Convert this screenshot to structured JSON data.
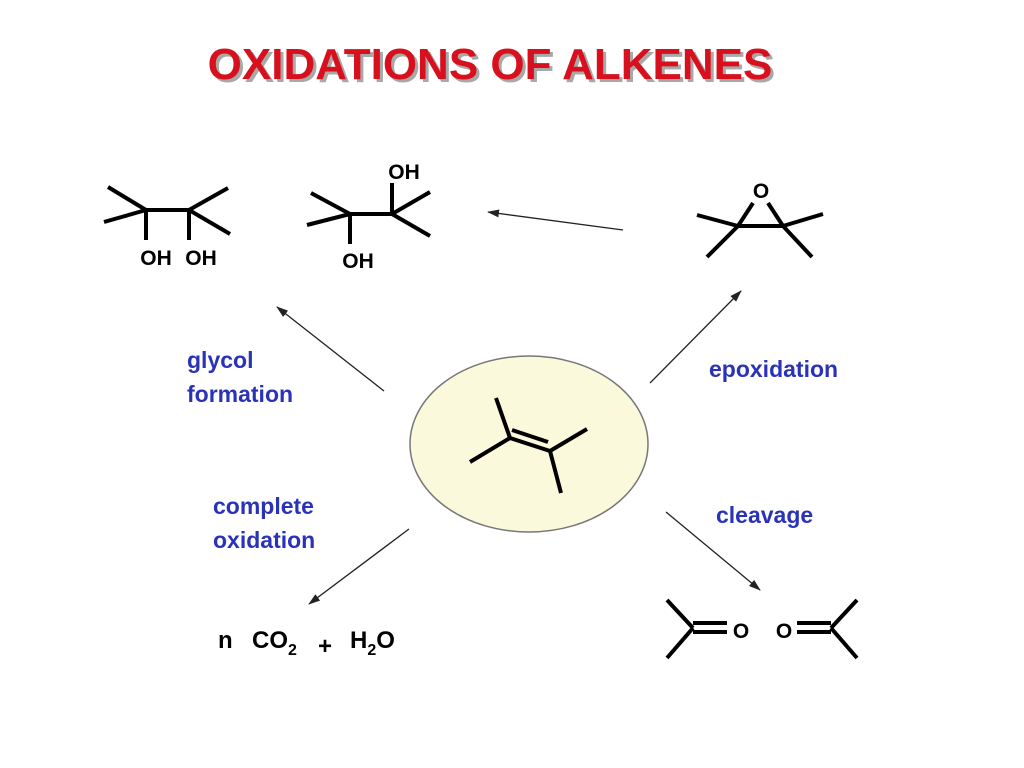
{
  "title": "OXIDATIONS OF ALKENES",
  "colors": {
    "title_red": "#d8101e",
    "title_shadow": "#a8a8a8",
    "label_blue": "#2a33b8",
    "ellipse_fill": "#fbf9dc",
    "ellipse_stroke": "#777777",
    "black": "#000000"
  },
  "labels": {
    "glycol_line1": "glycol",
    "glycol_line2": "formation",
    "epoxidation": "epoxidation",
    "complete_line1": "complete",
    "complete_line2": "oxidation",
    "cleavage": "cleavage"
  },
  "atoms": {
    "syn_diol_oh_left": "OH",
    "syn_diol_oh_right": "OH",
    "anti_diol_oh_top": "OH",
    "anti_diol_oh_bottom": "OH",
    "epoxide_o": "O",
    "ketone_o_left": "O",
    "ketone_o_right": "O"
  },
  "combustion": {
    "n": "n",
    "co": "CO",
    "co_sub": "2",
    "plus": "+",
    "h": "H",
    "h_sub": "2",
    "o": "O"
  }
}
